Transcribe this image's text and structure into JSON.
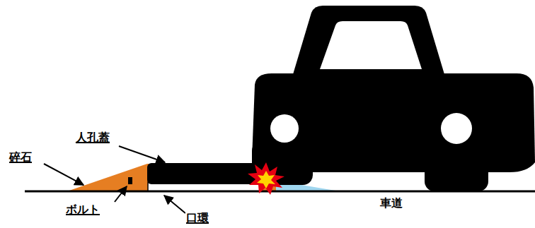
{
  "diagram": {
    "labels": [
      "碎石",
      "人孔蓋",
      "ボルト",
      "口環",
      "車道"
    ]
  }
}
